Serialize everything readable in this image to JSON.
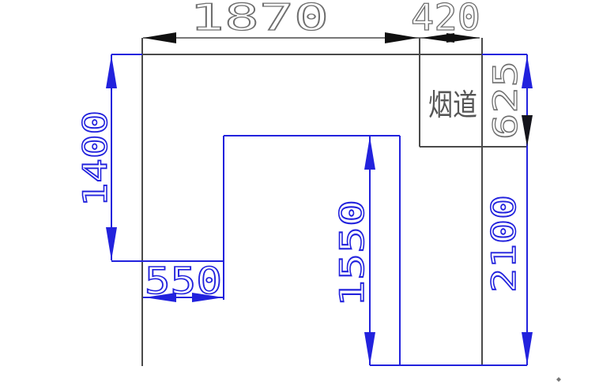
{
  "drawing": {
    "kind": "cad-floor-plan",
    "flue_label": "烟道"
  },
  "colors": {
    "background": "#ffffff",
    "wall_gray": "#4a4a4a",
    "dim_text_gray": "#6f6f6f",
    "arrow_black": "#101010",
    "dimension_blue": "#2222dd"
  },
  "dimensions": {
    "top_width": {
      "value": "1870",
      "orientation": "horizontal"
    },
    "flue_width": {
      "value": "420",
      "orientation": "horizontal"
    },
    "flue_height": {
      "value": "625",
      "orientation": "vertical"
    },
    "left_height": {
      "value": "1400",
      "orientation": "vertical"
    },
    "counter_depth": {
      "value": "550",
      "orientation": "horizontal"
    },
    "inner_height": {
      "value": "1550",
      "orientation": "vertical"
    },
    "right_height": {
      "value": "2100",
      "orientation": "vertical"
    }
  }
}
